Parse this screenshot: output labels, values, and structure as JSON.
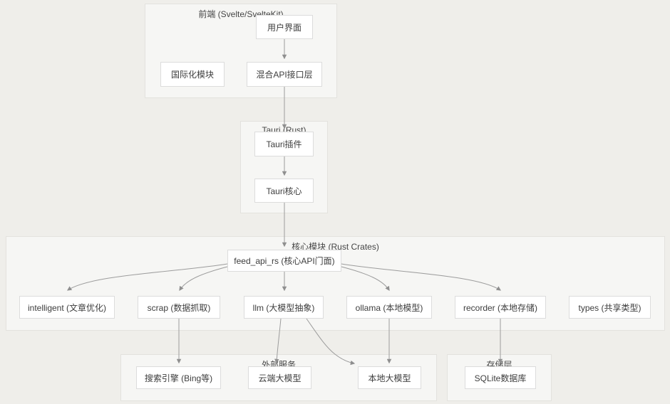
{
  "diagram": {
    "groups": {
      "frontend": {
        "title": "前端 (Svelte/SvelteKit)"
      },
      "tauri": {
        "title": "Tauri (Rust)"
      },
      "core": {
        "title": "核心模块 (Rust Crates)"
      },
      "external": {
        "title": "外部服务"
      },
      "storage": {
        "title": "存储层"
      }
    },
    "nodes": {
      "ui": {
        "label": "用户界面"
      },
      "i18n": {
        "label": "国际化模块"
      },
      "api_layer": {
        "label": "混合API接口层"
      },
      "tauri_plugin": {
        "label": "Tauri插件"
      },
      "tauri_core": {
        "label": "Tauri核心"
      },
      "feed_api": {
        "label": "feed_api_rs (核心API门面)"
      },
      "intelligent": {
        "label": "intelligent (文章优化)"
      },
      "scrap": {
        "label": "scrap (数据抓取)"
      },
      "llm": {
        "label": "llm (大模型抽象)"
      },
      "ollama": {
        "label": "ollama (本地模型)"
      },
      "recorder": {
        "label": "recorder (本地存储)"
      },
      "types": {
        "label": "types (共享类型)"
      },
      "search_engine": {
        "label": "搜索引擎 (Bing等)"
      },
      "cloud_llm": {
        "label": "云端大模型"
      },
      "local_llm": {
        "label": "本地大模型"
      },
      "sqlite": {
        "label": "SQLite数据库"
      }
    },
    "edges": [
      {
        "from": "用户界面",
        "to": "混合API接口层"
      },
      {
        "from": "混合API接口层",
        "to": "Tauri插件"
      },
      {
        "from": "Tauri插件",
        "to": "Tauri核心"
      },
      {
        "from": "Tauri核心",
        "to": "feed_api_rs (核心API门面)"
      },
      {
        "from": "feed_api_rs (核心API门面)",
        "to": "intelligent (文章优化)"
      },
      {
        "from": "feed_api_rs (核心API门面)",
        "to": "scrap (数据抓取)"
      },
      {
        "from": "feed_api_rs (核心API门面)",
        "to": "llm (大模型抽象)"
      },
      {
        "from": "feed_api_rs (核心API门面)",
        "to": "ollama (本地模型)"
      },
      {
        "from": "feed_api_rs (核心API门面)",
        "to": "recorder (本地存储)"
      },
      {
        "from": "scrap (数据抓取)",
        "to": "搜索引擎 (Bing等)"
      },
      {
        "from": "llm (大模型抽象)",
        "to": "云端大模型"
      },
      {
        "from": "llm (大模型抽象)",
        "to": "本地大模型"
      },
      {
        "from": "ollama (本地模型)",
        "to": "本地大模型"
      },
      {
        "from": "recorder (本地存储)",
        "to": "SQLite数据库"
      }
    ],
    "colors": {
      "background": "#efeeea",
      "group_fill": "#f6f6f4",
      "group_border": "#e3e2de",
      "node_fill": "#ffffff",
      "node_border": "#dcdcdc",
      "edge": "#9c9c9c",
      "text": "#3d3d3d"
    }
  }
}
